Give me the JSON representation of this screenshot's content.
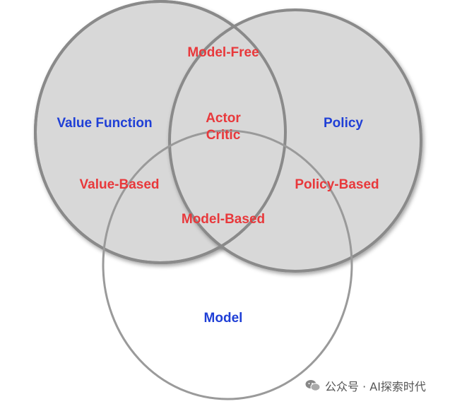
{
  "circles": {
    "value_function": {
      "label": "Value Function",
      "fill": "#d8d8d8",
      "stroke": "#8a8a8a"
    },
    "policy": {
      "label": "Policy",
      "fill": "#d8d8d8",
      "stroke": "#8a8a8a"
    },
    "model": {
      "label": "Model",
      "fill": "none",
      "stroke": "#9a9a9a"
    }
  },
  "regions": {
    "model_free": "Model-Free",
    "actor": "Actor",
    "critic": "Critic",
    "value_based": "Value-Based",
    "policy_based": "Policy-Based",
    "model_based": "Model-Based"
  },
  "colors": {
    "set_label": "#1f3fd6",
    "region_label": "#e8383b"
  },
  "watermark": {
    "icon": "wechat-icon",
    "text": "公众号 · AI探索时代"
  }
}
